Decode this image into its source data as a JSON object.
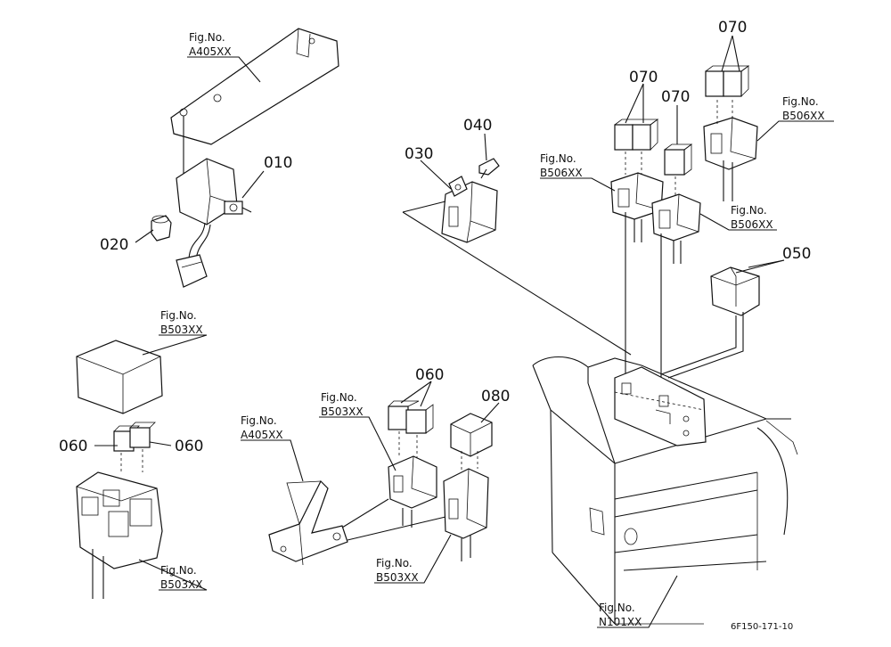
{
  "parts": {
    "p010": "010",
    "p020": "020",
    "p030": "030",
    "p040": "040",
    "p050": "050",
    "p060": "060",
    "p070": "070",
    "p080": "080"
  },
  "fig_refs": {
    "fig_label": "Fig.No.",
    "a405": "A405XX",
    "b503": "B503XX",
    "b506": "B506XX",
    "n101": "N101XX"
  },
  "drawing_code": "6F150-171-10"
}
